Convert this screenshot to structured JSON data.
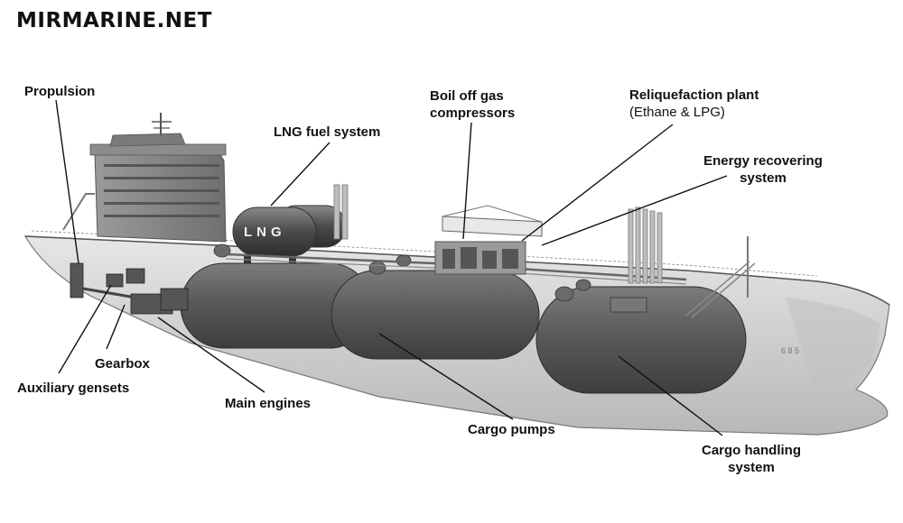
{
  "brand": "MIRMARINE.NET",
  "tank_marking": "LNG",
  "labels": {
    "propulsion": "Propulsion",
    "lng_fuel_system": "LNG fuel system",
    "boil_off_line1": "Boil off gas",
    "boil_off_line2": "compressors",
    "reliquefaction_line1": "Reliquefaction plant",
    "reliquefaction_line2": "(Ethane & LPG)",
    "energy_line1": "Energy recovering",
    "energy_line2": "system",
    "gearbox": "Gearbox",
    "auxiliary_gensets": "Auxiliary gensets",
    "main_engines": "Main engines",
    "cargo_pumps": "Cargo pumps",
    "cargo_handling_line1": "Cargo handling",
    "cargo_handling_line2": "system"
  },
  "colors": {
    "hull": "#d4d4d4",
    "tank": "#5e5e5e",
    "superstructure": "#8a8a8a",
    "leader_line": "#111111"
  }
}
